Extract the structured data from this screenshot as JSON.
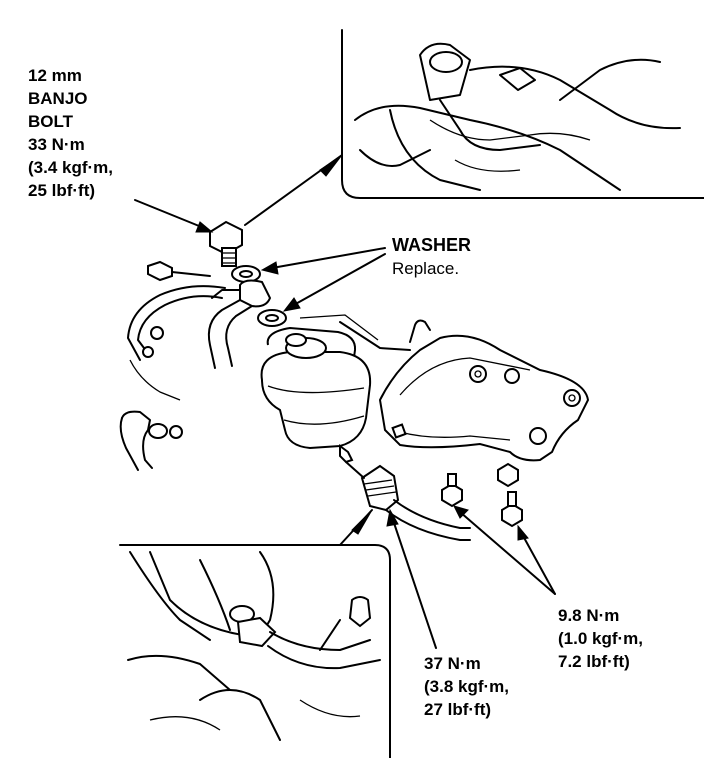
{
  "labels": {
    "banjo_bolt": [
      "12 mm",
      "BANJO",
      "BOLT",
      "33 N·m",
      "(3.4 kgf·m,",
      "25 lbf·ft)"
    ],
    "washer": {
      "title": "WASHER",
      "note": "Replace."
    },
    "bracket_bolts": [
      "9.8 N·m",
      "(1.0 kgf·m,",
      "7.2 lbf·ft)"
    ],
    "hose_fitting": [
      "37 N·m",
      "(3.8 kgf·m,",
      "27 lbf·ft)"
    ]
  }
}
